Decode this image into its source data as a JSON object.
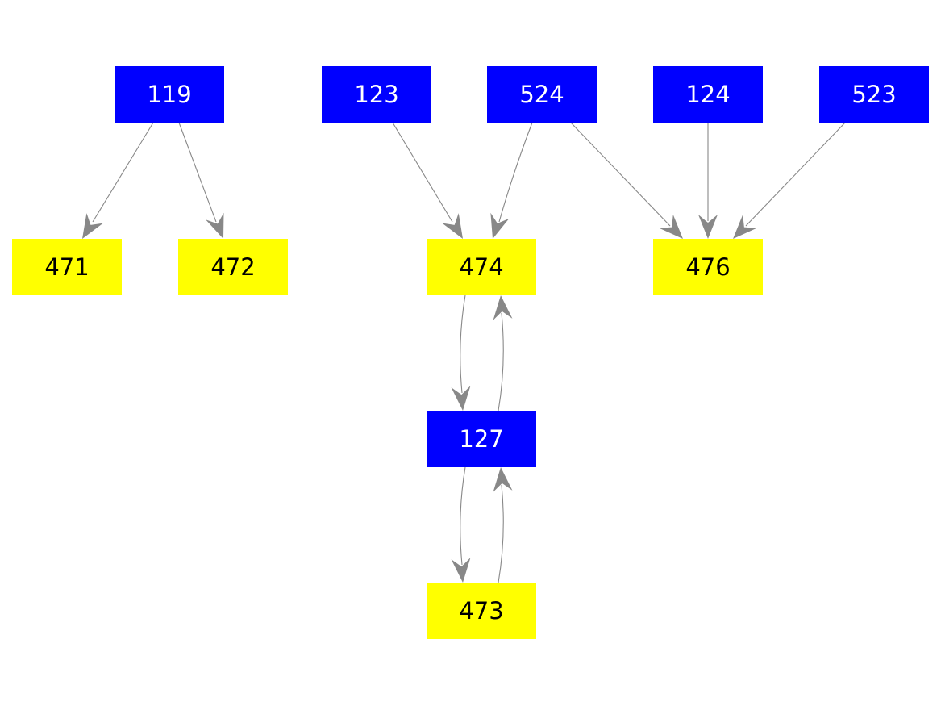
{
  "colors": {
    "primary_fill": "#0000ff",
    "primary_text": "#ffffff",
    "secondary_fill": "#ffff00",
    "secondary_text": "#000000",
    "edge": "#888888"
  },
  "nodes": [
    {
      "id": "119",
      "label": "119",
      "kind": "primary"
    },
    {
      "id": "123",
      "label": "123",
      "kind": "primary"
    },
    {
      "id": "524",
      "label": "524",
      "kind": "primary"
    },
    {
      "id": "124",
      "label": "124",
      "kind": "primary"
    },
    {
      "id": "523",
      "label": "523",
      "kind": "primary"
    },
    {
      "id": "471",
      "label": "471",
      "kind": "secondary"
    },
    {
      "id": "472",
      "label": "472",
      "kind": "secondary"
    },
    {
      "id": "474",
      "label": "474",
      "kind": "secondary"
    },
    {
      "id": "476",
      "label": "476",
      "kind": "secondary"
    },
    {
      "id": "127",
      "label": "127",
      "kind": "primary"
    },
    {
      "id": "473",
      "label": "473",
      "kind": "secondary"
    }
  ],
  "edges": [
    {
      "from": "119",
      "to": "471"
    },
    {
      "from": "119",
      "to": "472"
    },
    {
      "from": "123",
      "to": "474"
    },
    {
      "from": "524",
      "to": "474"
    },
    {
      "from": "524",
      "to": "476"
    },
    {
      "from": "124",
      "to": "476"
    },
    {
      "from": "523",
      "to": "476"
    },
    {
      "from": "474",
      "to": "127"
    },
    {
      "from": "127",
      "to": "474"
    },
    {
      "from": "127",
      "to": "473"
    },
    {
      "from": "473",
      "to": "127"
    }
  ]
}
